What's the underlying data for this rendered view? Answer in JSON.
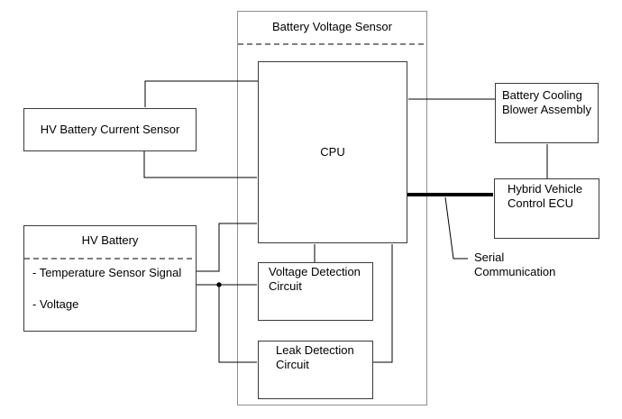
{
  "diagram": {
    "outer_box": {
      "title": "Battery Voltage Sensor"
    },
    "boxes": {
      "cpu": {
        "label": "CPU"
      },
      "hv_battery_current_sensor": {
        "label": "HV Battery Current Sensor"
      },
      "hv_battery": {
        "title": "HV Battery",
        "items": [
          "- Temperature Sensor Signal",
          "- Voltage"
        ]
      },
      "voltage_detection_circuit": {
        "label": "Voltage Detection Circuit"
      },
      "leak_detection_circuit": {
        "label": "Leak Detection Circuit"
      },
      "battery_cooling_blower_assembly": {
        "label": "Battery Cooling Blower Assembly"
      },
      "hybrid_vehicle_control_ecu": {
        "label": "Hybrid Vehicle Control ECU"
      }
    },
    "annotations": {
      "serial_communication_label": "Serial Communication"
    },
    "colors": {
      "background": "#ffffff",
      "connector_line": "#000000",
      "inner_box_border": "#3a3a3a",
      "outer_box_border": "#8f8f8f"
    }
  }
}
